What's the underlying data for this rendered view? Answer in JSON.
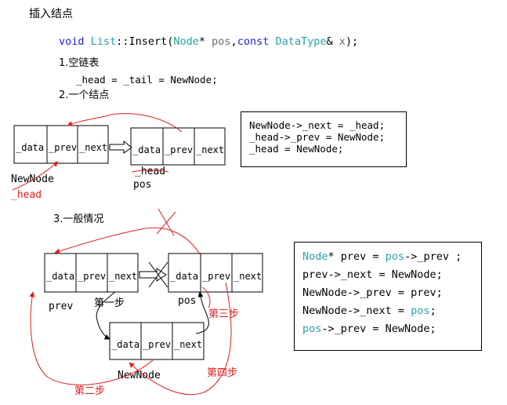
{
  "title": "插入结点",
  "signature": {
    "kw_void": "void",
    "ty_list": "List",
    "sep": "::",
    "fn": "Insert",
    "paren_open": "(",
    "ty_node": "Node",
    "star": "*",
    "p_pos": "pos",
    "comma": ",",
    "kw_const": "const",
    "ty_datatype": "DataType",
    "amp": "&",
    "p_x": "x",
    "paren_close": ");"
  },
  "step1": {
    "label": "1.空链表",
    "code": "_head = _tail = NewNode;"
  },
  "step2": {
    "label": "2.一个结点",
    "node_cells": [
      "_data",
      "_prev",
      "_next"
    ],
    "label_newnode": "NewNode",
    "label_head_red": "_head",
    "label_head2": "_head",
    "label_pos": "pos",
    "code": [
      "NewNode->_next = _head;",
      "_head->_prev = NewNode;",
      "_head = NewNode;"
    ]
  },
  "step3": {
    "label": "3.一般情况",
    "label_prev": "prev",
    "label_pos": "pos",
    "label_newnode": "NewNode",
    "step_first": "第一步",
    "step_second": "第二步",
    "step_third": "第三步",
    "step_fourth": "第四步",
    "code": {
      "l1_type": "Node",
      "l1_a": "* prev = ",
      "l1_pos": "pos",
      "l1_b": "->_prev ;",
      "l2": "prev->_next = NewNode;",
      "l3": "NewNode->_prev = prev;",
      "l4_a": "NewNode->_next = ",
      "l4_pos": "pos",
      "l4_b": ";",
      "l5_pos": "pos",
      "l5_b": "->_prev = NewNode;"
    }
  },
  "colors": {
    "keyword": "#1f1fd0",
    "type": "#2aa0a8",
    "param": "#6e6e6e",
    "annotation": "#e02020"
  }
}
